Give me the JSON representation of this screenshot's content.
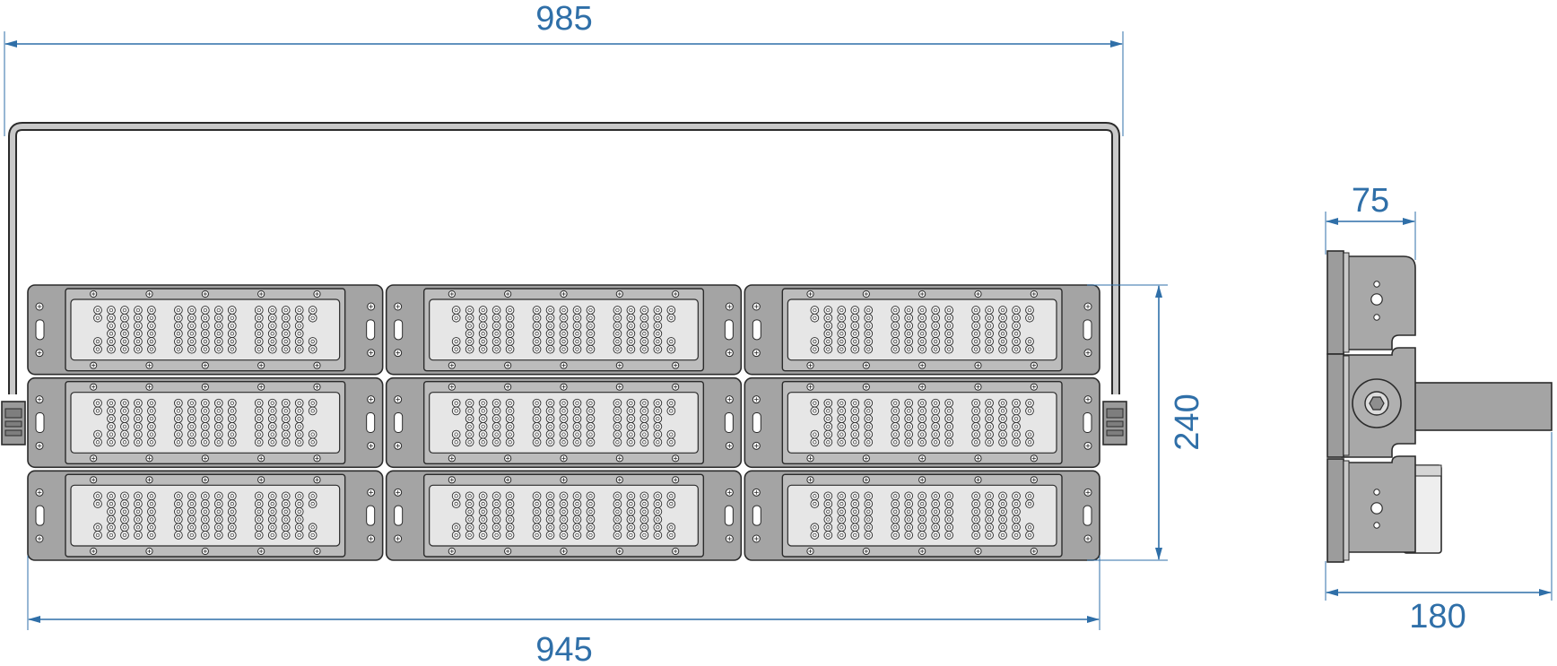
{
  "dimensions": {
    "overall_width": "985",
    "housing_width": "945",
    "height": "240",
    "side_depth": "75",
    "side_total_depth": "180"
  },
  "layout": {
    "module_rows": 3,
    "module_columns": 3
  },
  "colors": {
    "dimension": "#2f6fa8",
    "housing": "#a4a4a4",
    "panel": "#e6e6e6",
    "outline": "#2b2b2b"
  }
}
